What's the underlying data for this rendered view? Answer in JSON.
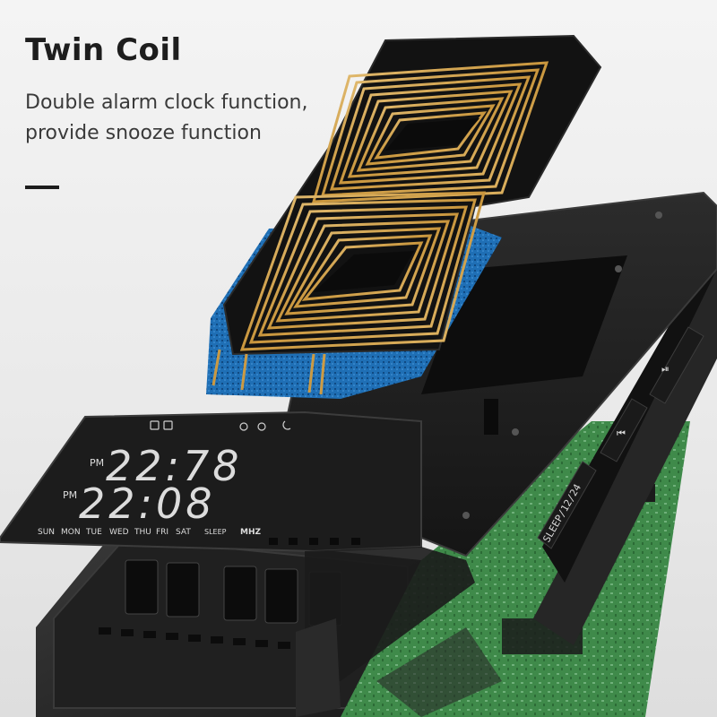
{
  "heading": {
    "title": "Twin Coil",
    "subtitle_line1": "Double alarm clock function,",
    "subtitle_line2": "provide snooze function"
  },
  "display": {
    "time_row1": "22:78",
    "time_row2": "22:08",
    "pm_top": "PM",
    "pm_bottom": "PM",
    "days": [
      "SUN",
      "MON",
      "TUE",
      "WED",
      "THU",
      "FRI",
      "SAT"
    ],
    "sleep_label": "SLEEP",
    "mhz_label": "MHZ"
  },
  "side_buttons": {
    "sleep_label": "SLEEP/12/24",
    "prev_icon": "previous-track-icon",
    "play_icon": "play-pause-icon"
  },
  "colors": {
    "coil": "#c9a04a",
    "shield": "#1f6fb5",
    "pcb": "#3f8a4a",
    "housing": "#2b2b2b"
  }
}
